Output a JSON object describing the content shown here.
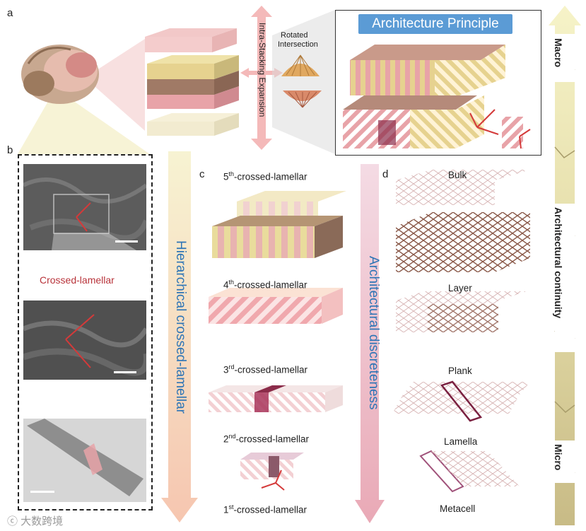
{
  "panels": {
    "a": "a",
    "b": "b",
    "c": "c",
    "d": "d"
  },
  "panel_a": {
    "intra_stacking": "Intra-Stacking Expansion",
    "rotated_intersection_line1": "Rotated",
    "rotated_intersection_line2": "Intersection",
    "architecture_principle": "Architecture Principle"
  },
  "panel_b": {
    "crossed_lamellar": "Crossed-lamellar"
  },
  "panel_c": {
    "axis_label": "Hierarchical crossed-lamellar",
    "levels": [
      {
        "sup_pre": "5",
        "sup": "th",
        "post": "-crossed-lamellar"
      },
      {
        "sup_pre": "4",
        "sup": "th",
        "post": "-crossed-lamellar"
      },
      {
        "sup_pre": "3",
        "sup": "rd",
        "post": "-crossed-lamellar"
      },
      {
        "sup_pre": "2",
        "sup": "nd",
        "post": "-crossed-lamellar"
      },
      {
        "sup_pre": "1",
        "sup": "st",
        "post": "-crossed-lamellar"
      }
    ]
  },
  "panel_d": {
    "axis_label": "Architectural discreteness",
    "levels": [
      "Bulk",
      "Layer",
      "Plank",
      "Lamella",
      "Metacell"
    ]
  },
  "scale_bar": {
    "top": "Macro",
    "middle": "Architectural continuity",
    "bottom": "Micro"
  },
  "watermark": "ⓒ 大数跨境",
  "colors": {
    "pink": "#e8a3a8",
    "yellow": "#e6d28f",
    "brown": "#a07a66",
    "blue": "#2e75b6",
    "arrow_red": "#d43a3a"
  }
}
